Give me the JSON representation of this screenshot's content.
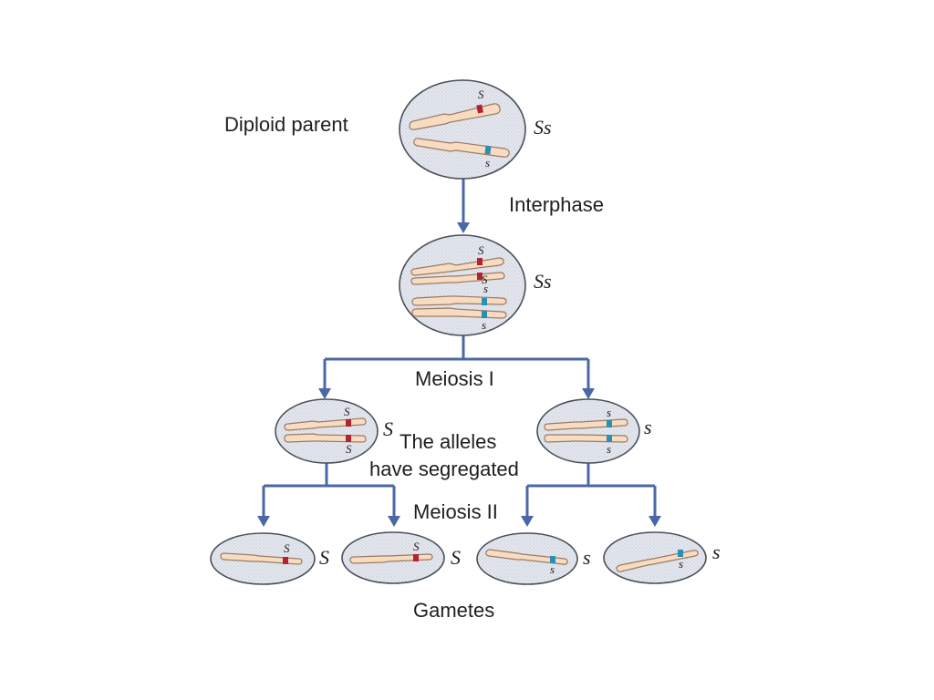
{
  "labels": {
    "diploid_parent": "Diploid parent",
    "interphase": "Interphase",
    "meiosis_1": "Meiosis I",
    "segregated_line1": "The alleles",
    "segregated_line2": "have segregated",
    "meiosis_2": "Meiosis II",
    "gametes": "Gametes"
  },
  "genotypes": {
    "parent": "Ss",
    "after_interphase": "Ss",
    "meiosis1_left": "S",
    "meiosis1_right": "s",
    "gamete_1": "S",
    "gamete_2": "S",
    "gamete_3": "s",
    "gamete_4": "s"
  },
  "allele_marks": {
    "dominant": "S",
    "recessive": "s"
  },
  "colors": {
    "dominant_allele": "#b22234",
    "recessive_allele": "#2a8fb5",
    "arrow": "#4a67a6"
  }
}
